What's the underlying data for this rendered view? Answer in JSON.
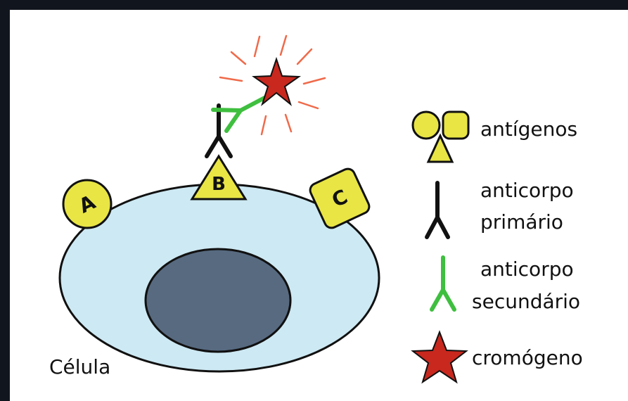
{
  "cell": {
    "label": "Célula",
    "body_color": "#cde9f3",
    "nucleus_color": "#576a80"
  },
  "antigens": {
    "a": "A",
    "b": "B",
    "c": "C",
    "color": "#e8e545"
  },
  "legend": {
    "antigens": "antígenos",
    "primary_line1": "anticorpo",
    "primary_line2": "primário",
    "secondary_line1": "anticorpo",
    "secondary_line2": "secundário",
    "chromogen": "cromógeno"
  },
  "colors": {
    "primary_antibody": "#111111",
    "secondary_antibody": "#3fbf3f",
    "chromogen": "#c8281e",
    "rays": "#ef6a4a"
  }
}
